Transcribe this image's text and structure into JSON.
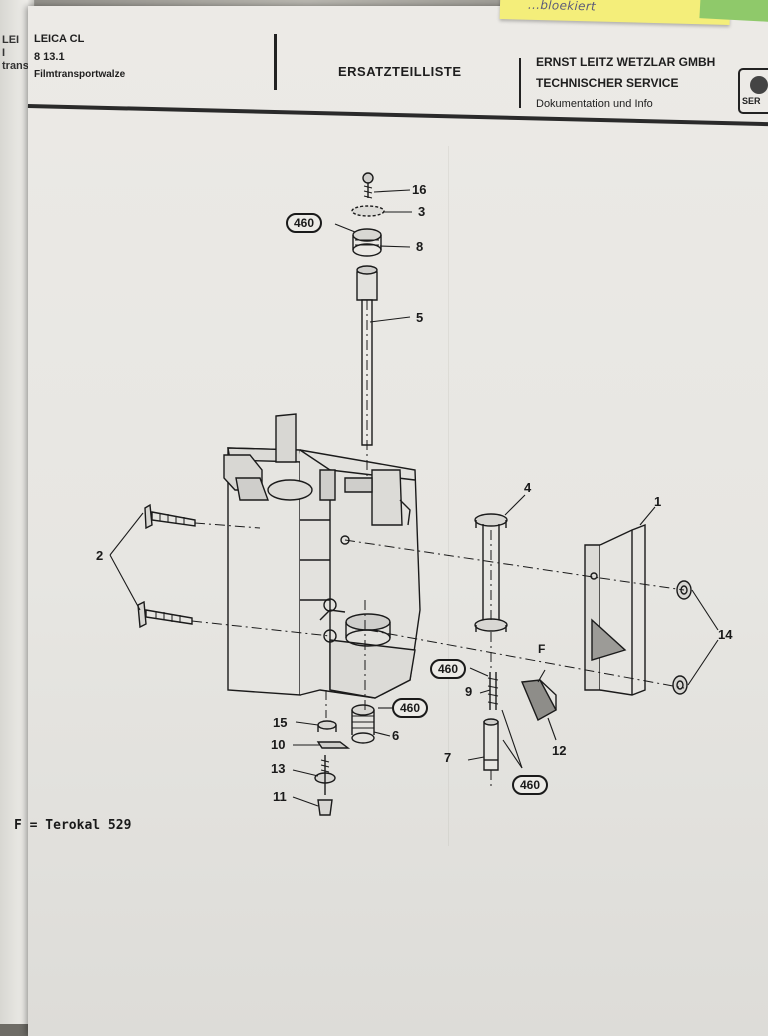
{
  "sticky_note": {
    "text": "...bloekiert"
  },
  "left_page": {
    "edge_text": [
      "LEI",
      "I",
      "trans"
    ]
  },
  "header": {
    "model": "LEICA CL",
    "section": "8 13.1",
    "part": "Filmtransportwalze",
    "title": "ERSATZTEILLISTE",
    "company": "ERNST LEITZ WETZLAR GMBH",
    "service": "TECHNISCHER SERVICE",
    "docs": "Dokumentation und Info",
    "logo_text": "SER"
  },
  "callouts": {
    "n16": "16",
    "n3": "3",
    "n8": "8",
    "n5": "5",
    "n4": "4",
    "n1": "1",
    "n2": "2",
    "n14": "14",
    "n15": "15",
    "n10": "10",
    "n13": "13",
    "n11": "11",
    "n6": "6",
    "n9": "9",
    "n7": "7",
    "n12": "12"
  },
  "codes": {
    "c1": "460",
    "c2": "460",
    "c3": "460",
    "c4": "460"
  },
  "f_marker": "F",
  "footnote": "F = Terokal 529"
}
